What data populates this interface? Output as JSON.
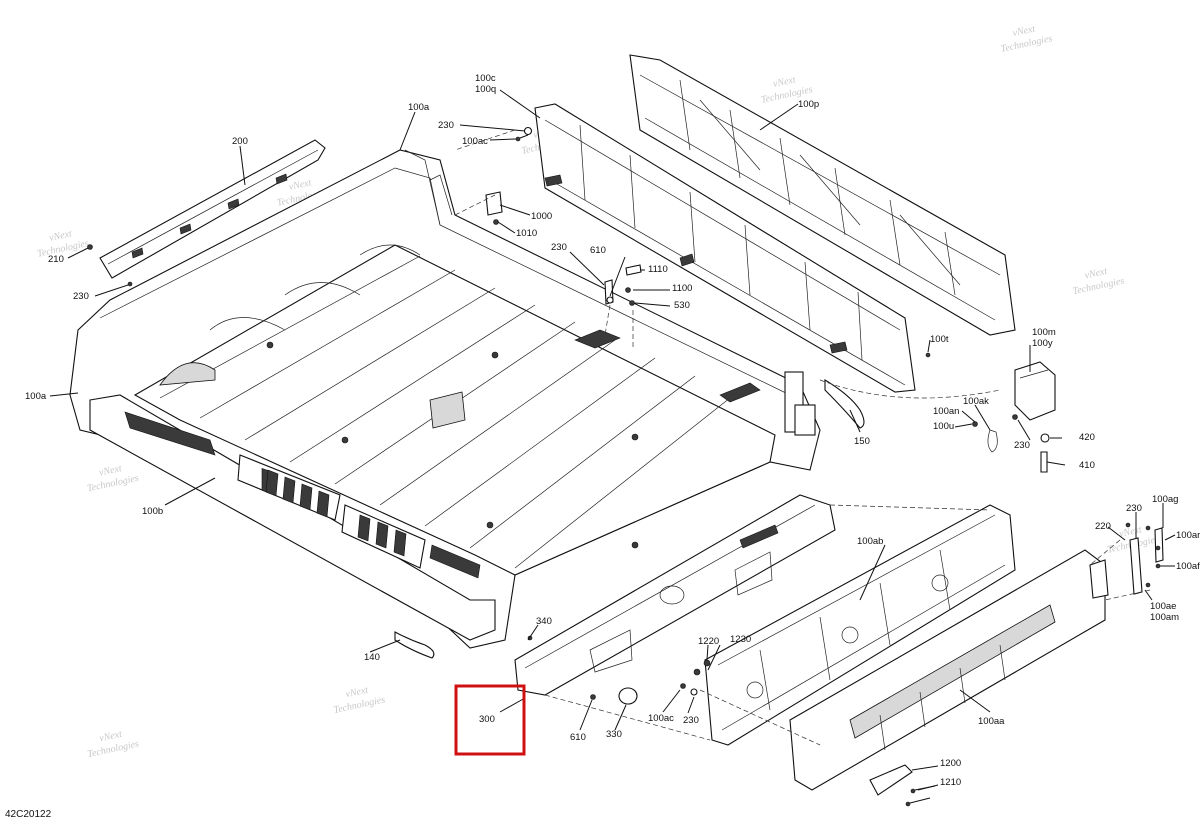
{
  "diagram_code": "42C20122",
  "highlight_color": "#d01010",
  "highlighted_callout": "300",
  "watermark_lines": [
    "vNext",
    "Technologies"
  ],
  "callouts": {
    "c100c": "100c",
    "c100q": "100q",
    "c230a": "230",
    "c100ac_top": "100ac",
    "c100a_top": "100a",
    "c200": "200",
    "c210": "210",
    "c230b": "230",
    "c100p": "100p",
    "c1000": "1000",
    "c1010": "1010",
    "c230c": "230",
    "c610a": "610",
    "c1110": "1110",
    "c1100": "1100",
    "c530": "530",
    "c100t": "100t",
    "c100m": "100m",
    "c100y": "100y",
    "c100a_left": "100a",
    "c100ak": "100ak",
    "c100an": "100an",
    "c100u": "100u",
    "c230d": "230",
    "c420": "420",
    "c150": "150",
    "c410": "410",
    "c100b": "100b",
    "c100ag": "100ag",
    "c230e": "230",
    "c220": "220",
    "c100ar": "100ar",
    "c100af": "100af",
    "c100ab": "100ab",
    "c100ae": "100ae",
    "c100am": "100am",
    "c340": "340",
    "c1220": "1220",
    "c1230": "1230",
    "c140": "140",
    "c300": "300",
    "c610b": "610",
    "c330": "330",
    "c100ac_bot": "100ac",
    "c230f": "230",
    "c100aa": "100aa",
    "c1200": "1200",
    "c1210": "1210"
  }
}
